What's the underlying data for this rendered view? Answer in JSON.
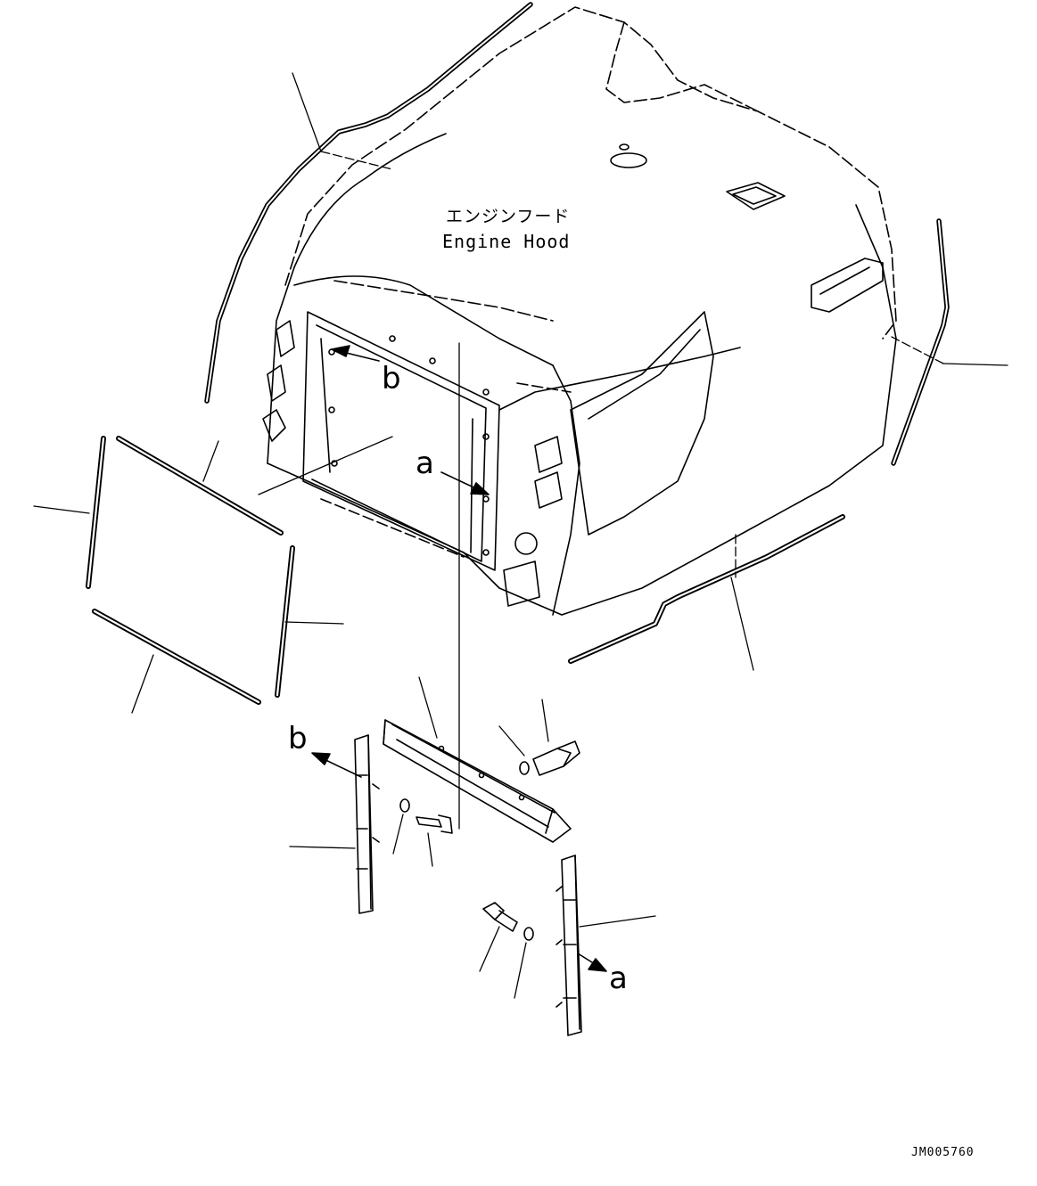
{
  "diagram": {
    "part_name_jp": "エンジンフード",
    "part_name_en": "Engine Hood",
    "reference_labels": [
      "b",
      "a",
      "b",
      "a"
    ],
    "drawing_code": "JM005760"
  }
}
